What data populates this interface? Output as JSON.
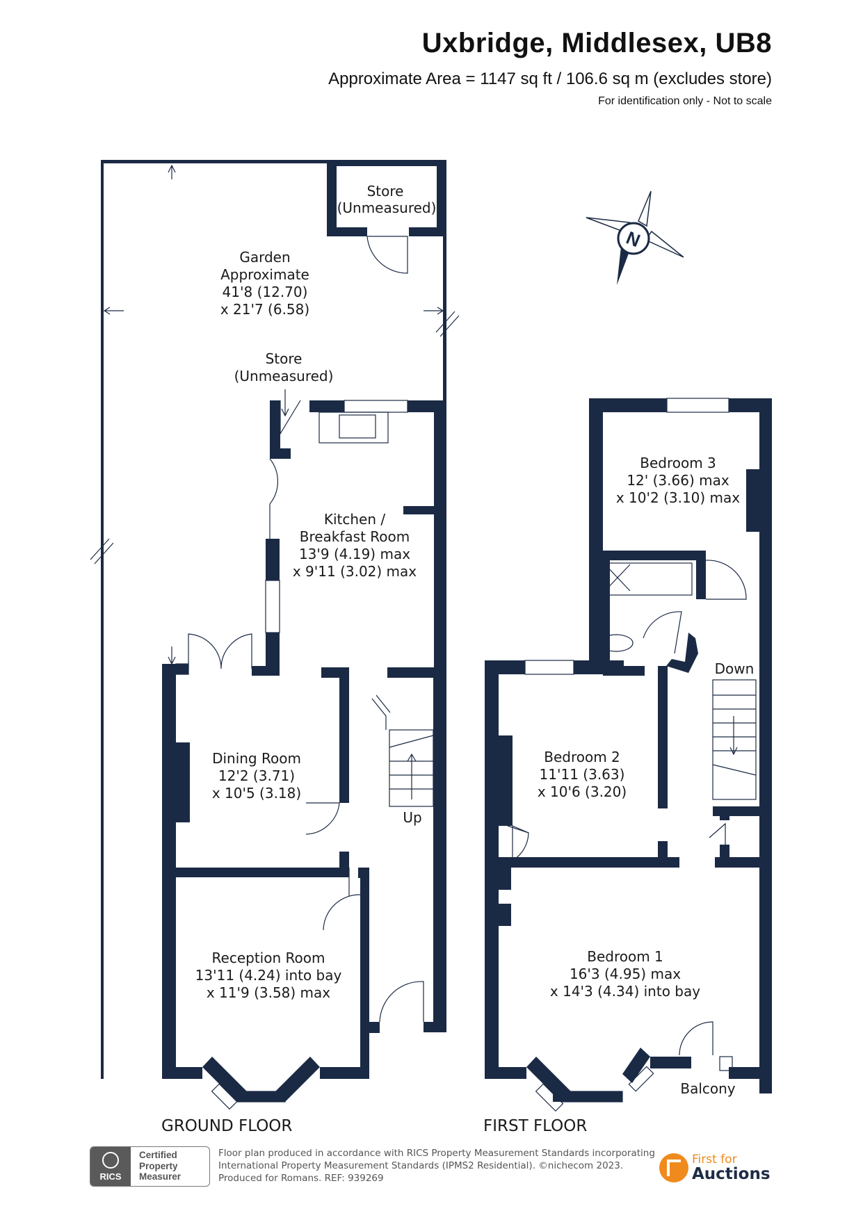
{
  "header": {
    "title": "Uxbridge, Middlesex, UB8",
    "area": "Approximate Area = 1147 sq ft / 106.6 sq m (excludes store)",
    "note": "For identification only - Not to scale"
  },
  "compass": {
    "letter": "N"
  },
  "ground_floor": {
    "label": "GROUND FLOOR",
    "store_top": {
      "name": "Store",
      "size": "(Unmeasured)"
    },
    "garden": {
      "name": "Garden",
      "line2": "Approximate",
      "dim1": "41'8 (12.70)",
      "dim2": "x 21'7 (6.58)"
    },
    "store_mid": {
      "name": "Store",
      "size": "(Unmeasured)"
    },
    "kitchen": {
      "name": "Kitchen /",
      "line2": "Breakfast Room",
      "dim1": "13'9 (4.19) max",
      "dim2": "x 9'11 (3.02) max"
    },
    "dining": {
      "name": "Dining Room",
      "dim1": "12'2 (3.71)",
      "dim2": "x 10'5 (3.18)"
    },
    "reception": {
      "name": "Reception Room",
      "dim1": "13'11 (4.24) into bay",
      "dim2": "x 11'9 (3.58) max"
    },
    "stairs": "Up"
  },
  "first_floor": {
    "label": "FIRST FLOOR",
    "bedroom3": {
      "name": "Bedroom 3",
      "dim1": "12' (3.66) max",
      "dim2": "x 10'2 (3.10) max"
    },
    "bedroom2": {
      "name": "Bedroom 2",
      "dim1": "11'11 (3.63)",
      "dim2": "x 10'6 (3.20)"
    },
    "bedroom1": {
      "name": "Bedroom 1",
      "dim1": "16'3 (4.95) max",
      "dim2": "x 14'3 (4.34) into bay"
    },
    "balcony": "Balcony",
    "stairs": "Down"
  },
  "footer": {
    "rics_short": "RICS",
    "badge_line1": "Certified",
    "badge_line2": "Property",
    "badge_line3": "Measurer",
    "text_line1": "Floor plan produced in accordance with RICS Property Measurement Standards incorporating",
    "text_line2": "International Property Measurement Standards (IPMS2 Residential).   ©nichecom 2023.",
    "text_line3": "Produced for Romans.   REF: 939269",
    "brand_line1": "First for",
    "brand_line2": "Auctions"
  },
  "colors": {
    "wall": "#1b2a44",
    "text": "#1a1a1a",
    "brand_orange": "#f08a1c",
    "brand_navy": "#1e2c46"
  }
}
